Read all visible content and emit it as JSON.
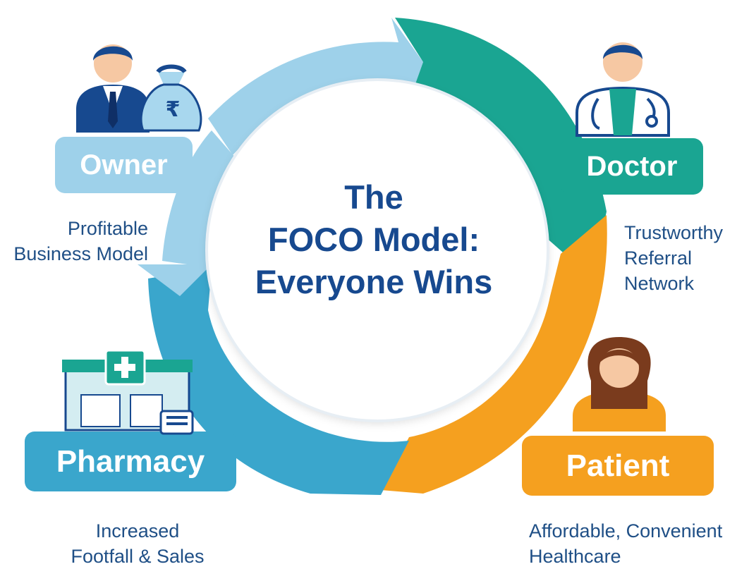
{
  "title": {
    "line1": "The",
    "line2": "FOCO Model:",
    "line3": "Everyone Wins"
  },
  "stakeholders": {
    "owner": {
      "label": "Owner",
      "benefit_line1": "Profitable",
      "benefit_line2": "Business Model",
      "currency_symbol": "₹",
      "icon": "businessman-with-money-bag-icon"
    },
    "doctor": {
      "label": "Doctor",
      "benefit_line1": "Trustworthy",
      "benefit_line2": "Referral",
      "benefit_line3": "Network",
      "icon": "doctor-with-stethoscope-icon"
    },
    "patient": {
      "label": "Patient",
      "benefit_line1": "Affordable, Convenient",
      "benefit_line2": "Healthcare",
      "icon": "woman-patient-icon"
    },
    "pharmacy": {
      "label": "Pharmacy",
      "benefit_line1": "Increased",
      "benefit_line2": "Footfall & Sales",
      "icon": "pharmacy-store-icon"
    }
  },
  "colors": {
    "owner": "#8ec9e6",
    "doctor": "#1aa592",
    "patient": "#f5a01f",
    "pharmacy": "#3aa6cc",
    "title": "#17498f",
    "text": "#1f4f86"
  }
}
